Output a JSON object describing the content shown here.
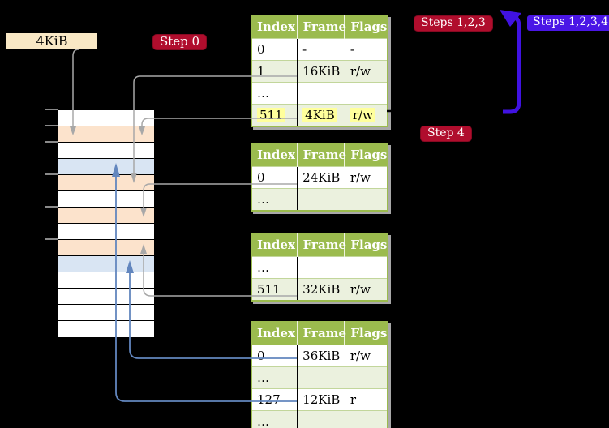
{
  "labels": {
    "frame_size": "4KiB",
    "step0": "Step 0",
    "steps123": "Steps 1,2,3",
    "steps1234": "Steps 1,2,3,4",
    "step4": "Step 4"
  },
  "colors": {
    "background": "#000000",
    "table_header_green": "#9bbb4e",
    "table_row_shade": "#ebf1de",
    "table_shadow_gray": "#a8a8a8",
    "highlight_yellow": "#ffff9c",
    "memory_free_white": "#ffffff",
    "memory_pagetable_peach": "#fce3cc",
    "memory_data_blue": "#d9e5f3",
    "badge_crimson": "#b00d2d",
    "badge_violet": "#4a16e6",
    "arrow_gray": "#a8a8a8",
    "arrow_steelblue": "#6286be",
    "arrow_violet": "#4012e2",
    "wheat_label_bg": "#f9e8c5"
  },
  "memory": {
    "rows": [
      "free",
      "table",
      "free",
      "data",
      "table",
      "free",
      "table",
      "free",
      "table",
      "data",
      "free",
      "free",
      "free",
      "free"
    ]
  },
  "tables": [
    {
      "headers": [
        "Index",
        "Frame",
        "Flags"
      ],
      "rows": [
        {
          "cells": [
            "0",
            "-",
            "-"
          ]
        },
        {
          "cells": [
            "1",
            "16KiB",
            "r/w"
          ]
        },
        {
          "cells": [
            "…",
            "",
            ""
          ]
        },
        {
          "cells": [
            "511",
            "4KiB",
            "r/w"
          ]
        }
      ]
    },
    {
      "headers": [
        "Index",
        "Frame",
        "Flags"
      ],
      "rows": [
        {
          "cells": [
            "0",
            "24KiB",
            "r/w"
          ]
        },
        {
          "cells": [
            "…",
            "",
            ""
          ]
        }
      ]
    },
    {
      "headers": [
        "Index",
        "Frame",
        "Flags"
      ],
      "rows": [
        {
          "cells": [
            "…",
            "",
            ""
          ]
        },
        {
          "cells": [
            "511",
            "32KiB",
            "r/w"
          ]
        }
      ]
    },
    {
      "headers": [
        "Index",
        "Frame",
        "Flags"
      ],
      "rows": [
        {
          "cells": [
            "0",
            "36KiB",
            "r/w"
          ]
        },
        {
          "cells": [
            "…",
            "",
            ""
          ]
        },
        {
          "cells": [
            "127",
            "12KiB",
            "r"
          ]
        },
        {
          "cells": [
            "…",
            "",
            ""
          ]
        }
      ]
    }
  ]
}
